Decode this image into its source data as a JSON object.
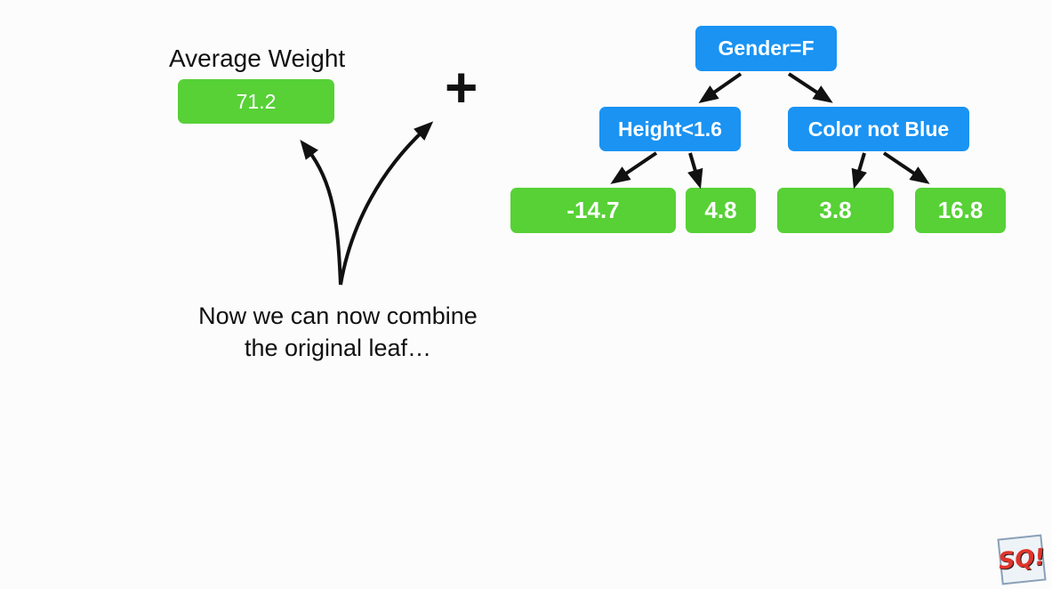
{
  "leaf": {
    "title": "Average Weight",
    "value": "71.2"
  },
  "plus_sign": "+",
  "tree": {
    "root": "Gender=F",
    "left_node": "Height<1.6",
    "right_node": "Color not Blue",
    "leaves": [
      "-14.7",
      "4.8",
      "3.8",
      "16.8"
    ]
  },
  "caption": {
    "line1": "Now we can now combine",
    "line2": "the original leaf…"
  },
  "logo_text": "SQ!",
  "colors": {
    "leaf_green": "#57d136",
    "node_blue": "#1a93f3",
    "text": "#111111"
  }
}
